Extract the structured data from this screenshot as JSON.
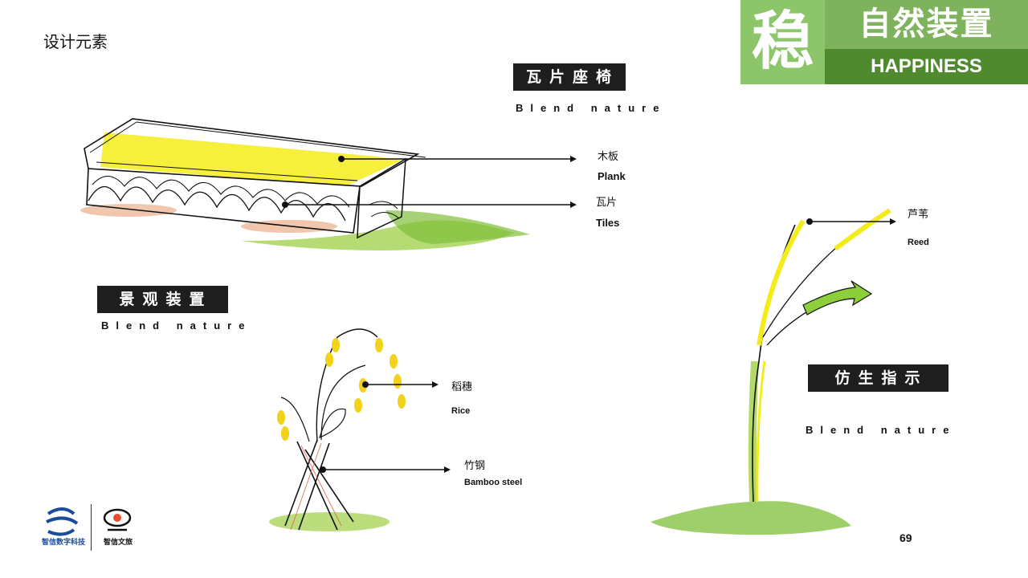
{
  "header": {
    "page_title": "设计元素"
  },
  "banner": {
    "logo_glyph": "稳",
    "title": "自然装置",
    "subtitle": "HAPPINESS",
    "colors": {
      "light": "#8cc56a",
      "mid": "#7fb25d",
      "dark": "#4f8a2f"
    }
  },
  "sections": [
    {
      "title": "瓦片座椅",
      "subtitle": "Blend nature"
    },
    {
      "title": "景观装置",
      "subtitle": "Blend nature"
    },
    {
      "title": "仿生指示",
      "subtitle": "Blend nature"
    }
  ],
  "callouts": {
    "plank": {
      "cn": "木板",
      "en": "Plank"
    },
    "tiles": {
      "cn": "瓦片",
      "en": "Tiles"
    },
    "rice": {
      "cn": "稻穗",
      "en": "Rice"
    },
    "bamboo": {
      "cn": "竹钢",
      "en": "Bamboo steel"
    },
    "reed": {
      "cn": "芦苇",
      "en": "Reed"
    }
  },
  "footer": {
    "logo1_name": "智信数字科技",
    "logo2_name": "智信文旅",
    "page_number": "69"
  }
}
